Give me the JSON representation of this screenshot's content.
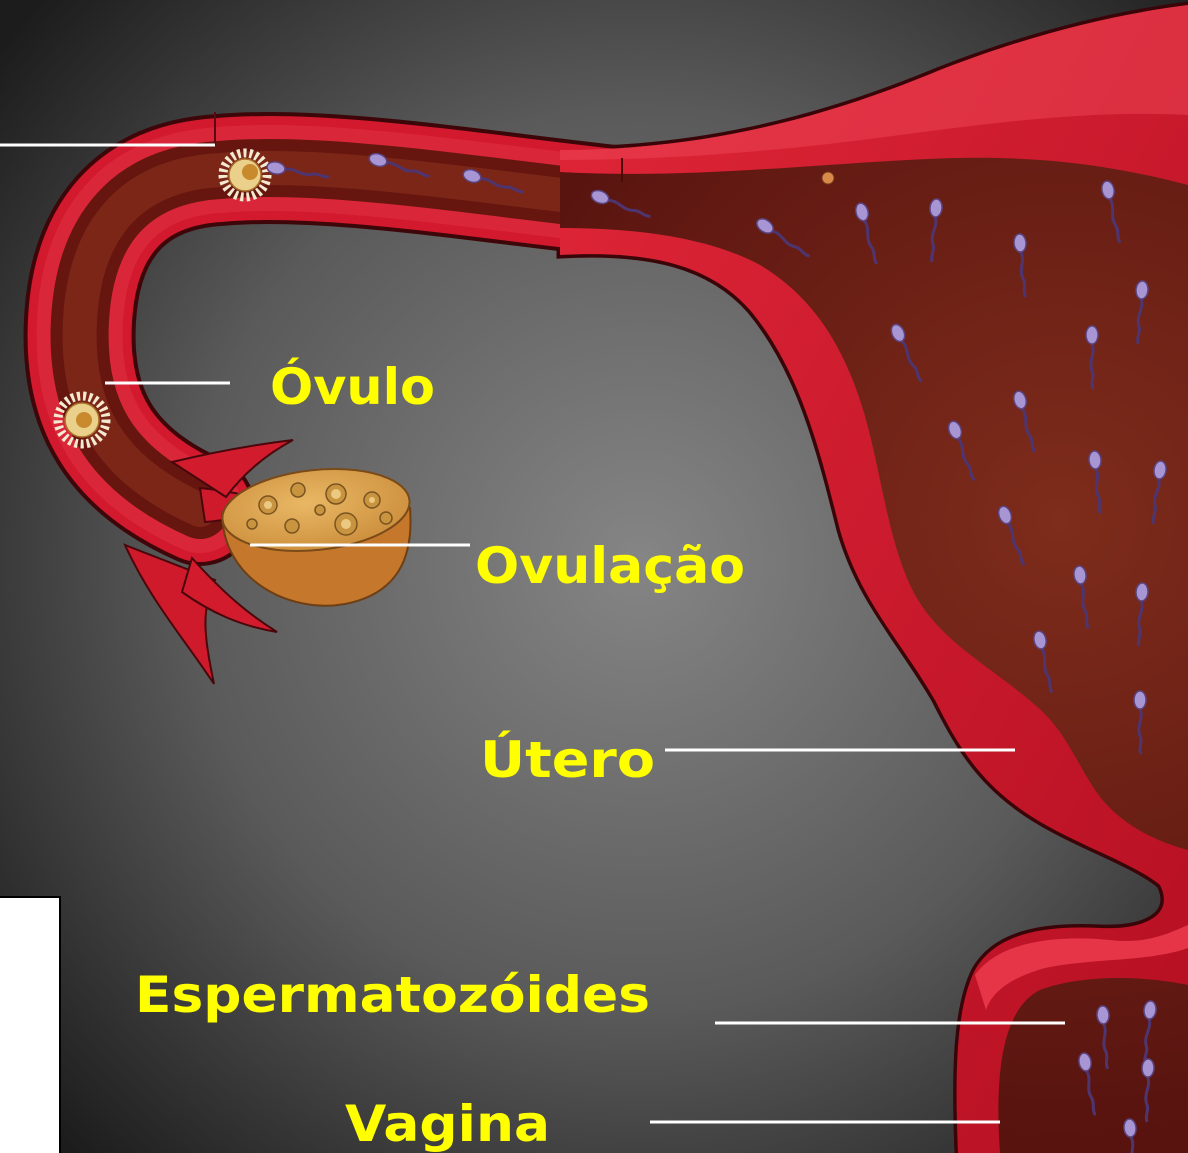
{
  "labels": {
    "ovulo": "Óvulo",
    "ovulacao": "Ovulação",
    "utero": "Útero",
    "espermatozoides": "Espermatozóides",
    "vagina": "Vagina"
  },
  "colors": {
    "label_text": "#ffff00",
    "leader_line": "#ffffff",
    "background_center": "#858585",
    "background_edge": "#1c1c1c",
    "tissue_wall": "#d2192d",
    "tissue_cavity": "#6f1d14",
    "ovary": "#dc9a48",
    "sperm_head": "#a795d4"
  }
}
